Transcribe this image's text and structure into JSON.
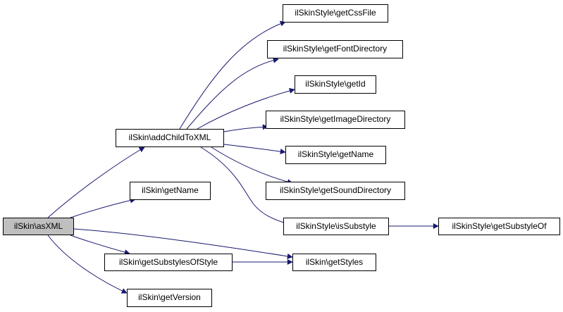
{
  "diagram": {
    "edge_color": "#191970",
    "root_fill": "#bfbfbf",
    "nodes": {
      "asxml": "ilSkin\\asXML",
      "addchild": "ilSkin\\addChildToXML",
      "getname": "ilSkin\\getName",
      "getsubstylesofstyle": "ilSkin\\getSubstylesOfStyle",
      "getversion": "ilSkin\\getVersion",
      "getstyles": "ilSkin\\getStyles",
      "style_getcssfile": "ilSkinStyle\\getCssFile",
      "style_getfontdirectory": "ilSkinStyle\\getFontDirectory",
      "style_getid": "ilSkinStyle\\getId",
      "style_getimagedirectory": "ilSkinStyle\\getImageDirectory",
      "style_getname": "ilSkinStyle\\getName",
      "style_getsounddirectory": "ilSkinStyle\\getSoundDirectory",
      "style_issubstyle": "ilSkinStyle\\isSubstyle",
      "style_getsubstyleof": "ilSkinStyle\\getSubstyleOf"
    }
  }
}
